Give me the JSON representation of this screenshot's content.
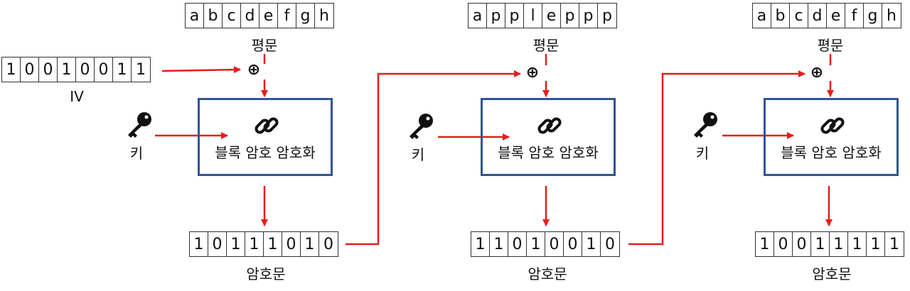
{
  "iv": {
    "bits": [
      "1",
      "0",
      "0",
      "1",
      "0",
      "0",
      "1",
      "1"
    ],
    "label": "IV"
  },
  "xor_symbol": "⊕",
  "key_label": "키",
  "stages": [
    {
      "plaintext": [
        "a",
        "b",
        "c",
        "d",
        "e",
        "f",
        "g",
        "h"
      ],
      "plaintext_label": "평문",
      "block_label": "블록 암호 암호화",
      "ciphertext": [
        "1",
        "0",
        "1",
        "1",
        "1",
        "0",
        "1",
        "0"
      ],
      "ciphertext_label": "암호문"
    },
    {
      "plaintext": [
        "a",
        "p",
        "p",
        "l",
        "e",
        "p",
        "p",
        "p"
      ],
      "plaintext_label": "평문",
      "block_label": "블록 암호 암호화",
      "ciphertext": [
        "1",
        "1",
        "0",
        "1",
        "0",
        "0",
        "1",
        "0"
      ],
      "ciphertext_label": "암호문"
    },
    {
      "plaintext": [
        "a",
        "b",
        "c",
        "d",
        "e",
        "f",
        "g",
        "h"
      ],
      "plaintext_label": "평문",
      "block_label": "블록 암호 암호화",
      "ciphertext": [
        "1",
        "0",
        "0",
        "1",
        "1",
        "1",
        "1",
        "1"
      ],
      "ciphertext_label": "암호문"
    }
  ],
  "colors": {
    "arrow": "#e81c1c",
    "box_border": "#2f5597"
  }
}
